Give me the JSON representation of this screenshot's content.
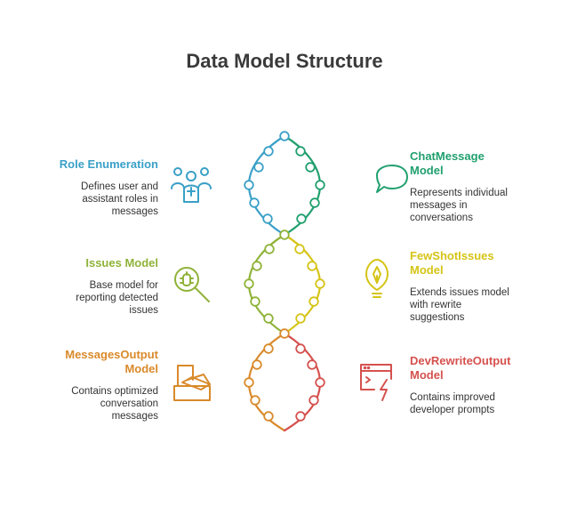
{
  "title": "Data Model Structure",
  "colors": {
    "teal": "#3aa0c7",
    "green": "#21a06f",
    "olive": "#8fb339",
    "yellow": "#d5c416",
    "orange": "#d98a2b",
    "red": "#d5514e"
  },
  "items": [
    {
      "title": "Role Enumeration",
      "desc_lines": [
        "Defines user and",
        "assistant roles in",
        "messages"
      ],
      "icon": "users-icon"
    },
    {
      "title_lines": [
        "ChatMessage",
        "Model"
      ],
      "desc_lines": [
        "Represents individual",
        "messages in",
        "conversations"
      ],
      "icon": "chat-bubble-icon"
    },
    {
      "title": "Issues Model",
      "desc_lines": [
        "Base model for",
        "reporting detected",
        "issues"
      ],
      "icon": "magnifier-bug-icon"
    },
    {
      "title_lines": [
        "FewShotIssues",
        "Model"
      ],
      "desc_lines": [
        "Extends issues model",
        "with rewrite",
        "suggestions"
      ],
      "icon": "lightbulb-pen-icon"
    },
    {
      "title_lines": [
        "MessagesOutput",
        "Model"
      ],
      "desc_lines": [
        "Contains optimized",
        "conversation",
        "messages"
      ],
      "icon": "mailbox-icon"
    },
    {
      "title_lines": [
        "DevRewriteOutput",
        "Model"
      ],
      "desc_lines": [
        "Contains improved",
        "developer prompts"
      ],
      "icon": "browser-lightning-icon"
    }
  ]
}
